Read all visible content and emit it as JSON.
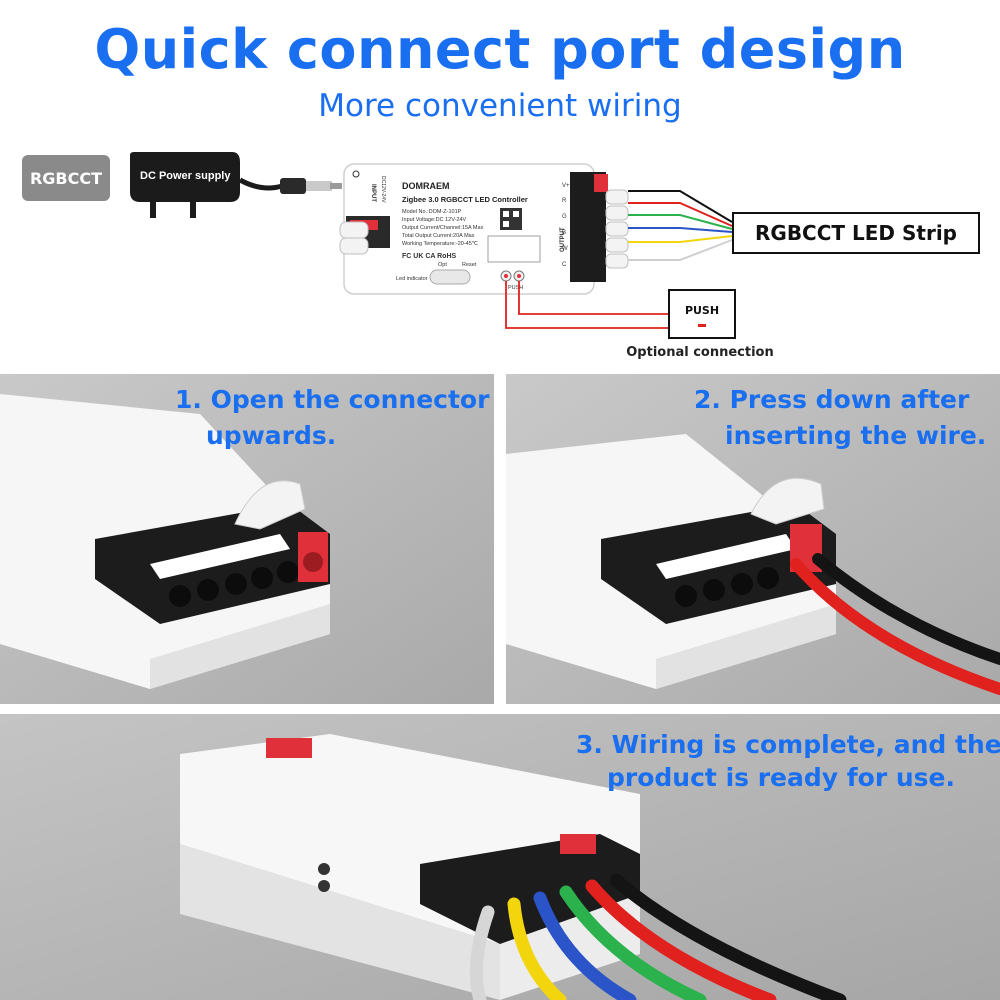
{
  "header": {
    "title": "Quick connect port design",
    "subtitle": "More convenient wiring"
  },
  "diagram": {
    "badge": "RGBCCT",
    "power_supply_label": "DC Power supply",
    "controller": {
      "brand": "DOMRAEM",
      "name": "Zigbee 3.0 RGBCCT LED Controller",
      "spec_lines": [
        "Model No.:DOM-Z-101P",
        "Input Voltage:DC 12V-24V",
        "Output Current/Channel:15A Max",
        "Total Output Current:20A Max",
        "Working Temperature:-20-45℃"
      ],
      "input_label": "INPUT",
      "input_voltage": "DC12V-24V",
      "output_label": "OUTPUT",
      "output_channels": [
        "V+",
        "R",
        "G",
        "B",
        "W",
        "C"
      ],
      "led_indicator_label": "Led indicator",
      "opt_label": "Opt",
      "reset_label": "Reset",
      "push_label": "PUSH",
      "cert_marks": "FC UK CA RoHS"
    },
    "strip_label": "RGBCCT LED Strip",
    "push_button_label": "PUSH",
    "optional_label": "Optional connection",
    "wire_colors": {
      "v_plus": "#111111",
      "red": "#e0211d",
      "green": "#2bb24c",
      "blue": "#2b54c8",
      "yellow": "#f2d50c",
      "white": "#d8d8d8"
    }
  },
  "steps": [
    {
      "line1": "1. Open the connector",
      "line2": "upwards."
    },
    {
      "line1": "2. Press down after",
      "line2": "inserting the wire."
    },
    {
      "line1": "3. Wiring is complete, and the",
      "line2": "product is ready for use."
    }
  ],
  "colors": {
    "accent": "#1a6ff0",
    "connector_red": "#e0303a",
    "terminal_black": "#1c1c1c"
  }
}
